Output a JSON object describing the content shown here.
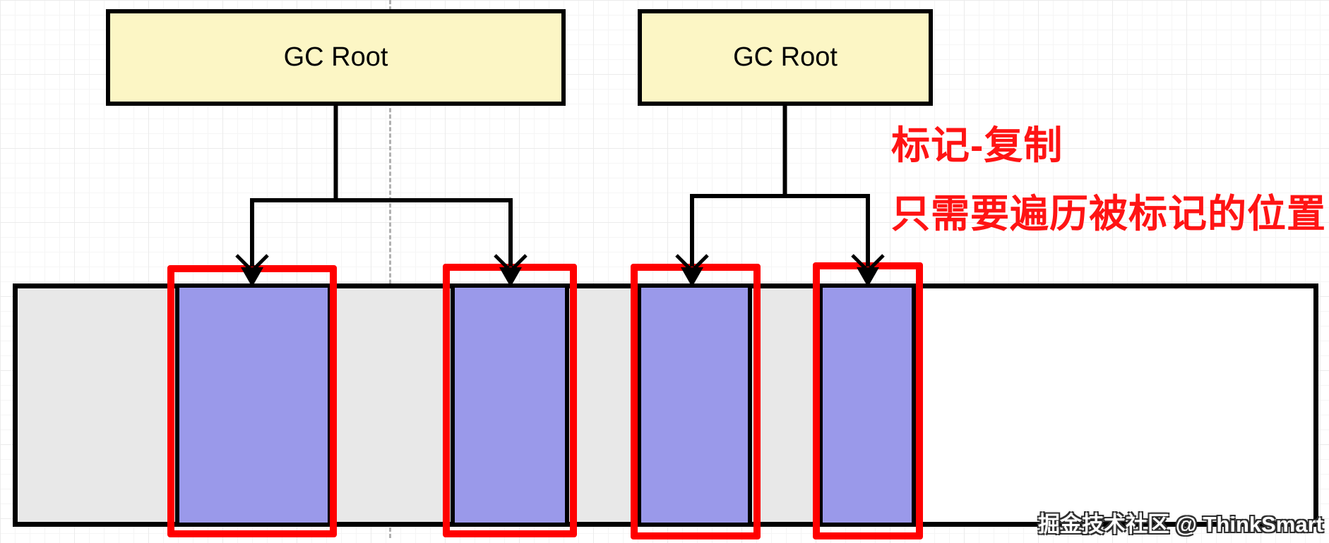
{
  "annotation": {
    "line1": "标记-复制",
    "line2": "只需要遍历被标记的位置",
    "color": "#ff1414"
  },
  "gc_roots": [
    {
      "label": "GC Root"
    },
    {
      "label": "GC Root"
    }
  ],
  "heap": {
    "marked_block_count": 4,
    "used_region_color": "#e8e8e8",
    "free_region_color": "#ffffff",
    "marked_block_color": "#9a99ea",
    "mark_outline_color": "#ff0000"
  },
  "colors": {
    "gc_root_fill": "#fcf6c5",
    "border_and_arrows": "#000000",
    "dashed_guide": "#b0b0b0",
    "annotation_red": "#ff1414"
  },
  "watermark": {
    "text": "掘金技术社区 @ ThinkSmart"
  }
}
